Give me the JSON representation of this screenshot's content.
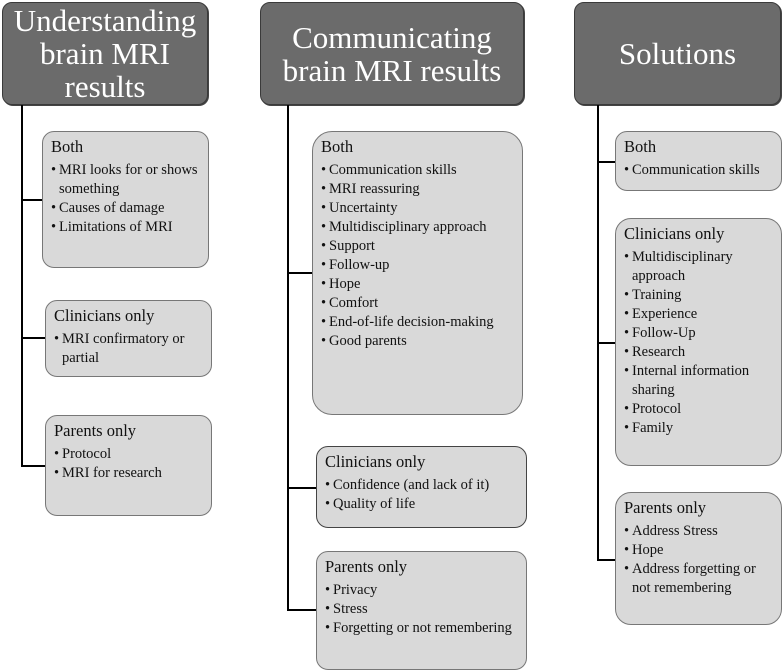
{
  "columns": [
    {
      "title": "Understanding\nbrain MRI\nresults",
      "groups": [
        {
          "title": "Both",
          "items": [
            "MRI looks for or shows something",
            "Causes of damage",
            "Limitations of MRI"
          ]
        },
        {
          "title": "Clinicians only",
          "items": [
            "MRI confirmatory or partial"
          ]
        },
        {
          "title": "Parents only",
          "items": [
            "Protocol",
            "MRI for research"
          ]
        }
      ]
    },
    {
      "title": "Communicating\nbrain MRI results",
      "groups": [
        {
          "title": "Both",
          "items": [
            "Communication skills",
            "MRI reassuring",
            "Uncertainty",
            "Multidisciplinary approach",
            "Support",
            "Follow-up",
            "Hope",
            "Comfort",
            "End-of-life decision-making",
            "Good parents"
          ]
        },
        {
          "title": "Clinicians only",
          "items": [
            "Confidence (and lack of it)",
            "Quality of life"
          ]
        },
        {
          "title": "Parents only",
          "items": [
            "Privacy",
            "Stress",
            "Forgetting or not remembering"
          ]
        }
      ]
    },
    {
      "title": "Solutions",
      "groups": [
        {
          "title": "Both",
          "items": [
            "Communication skills"
          ]
        },
        {
          "title": "Clinicians only",
          "items": [
            "Multidisciplinary approach",
            "Training",
            "Experience",
            "Follow-Up",
            "Research",
            "Internal information sharing",
            "Protocol",
            "Family"
          ]
        },
        {
          "title": "Parents only",
          "items": [
            "Address Stress",
            "Hope",
            "Address forgetting or not remembering"
          ]
        }
      ]
    }
  ]
}
